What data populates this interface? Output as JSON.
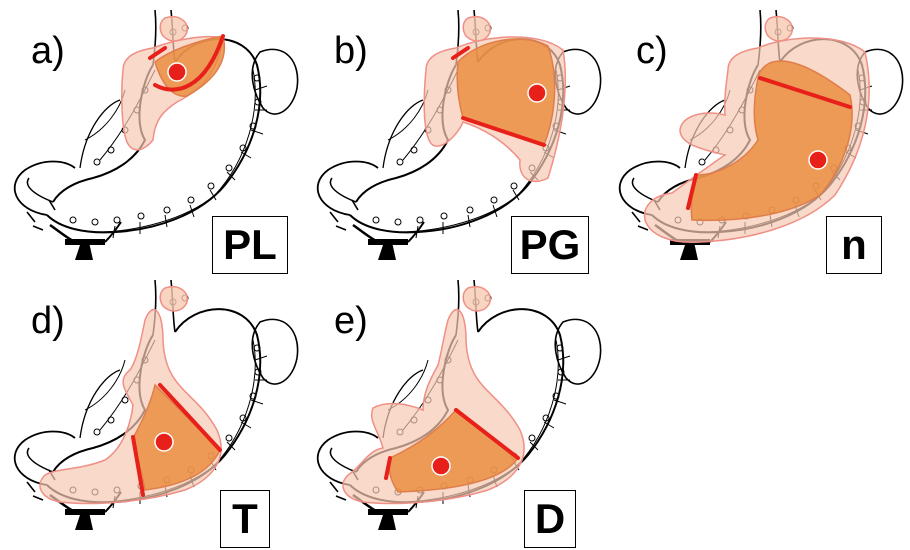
{
  "panels": [
    {
      "letter": "a)",
      "tag": "PL"
    },
    {
      "letter": "b)",
      "tag": "PG"
    },
    {
      "letter": "c)",
      "tag": "n"
    },
    {
      "letter": "d)",
      "tag": "T"
    },
    {
      "letter": "e)",
      "tag": "D"
    }
  ],
  "colors": {
    "resection_fill": "#e8893a",
    "lymph_halo": "#f7c9b2",
    "halo_edge": "#ef8f86",
    "cut_line": "#e8201a",
    "tumor": "#e8201a",
    "outline": "#000000"
  }
}
